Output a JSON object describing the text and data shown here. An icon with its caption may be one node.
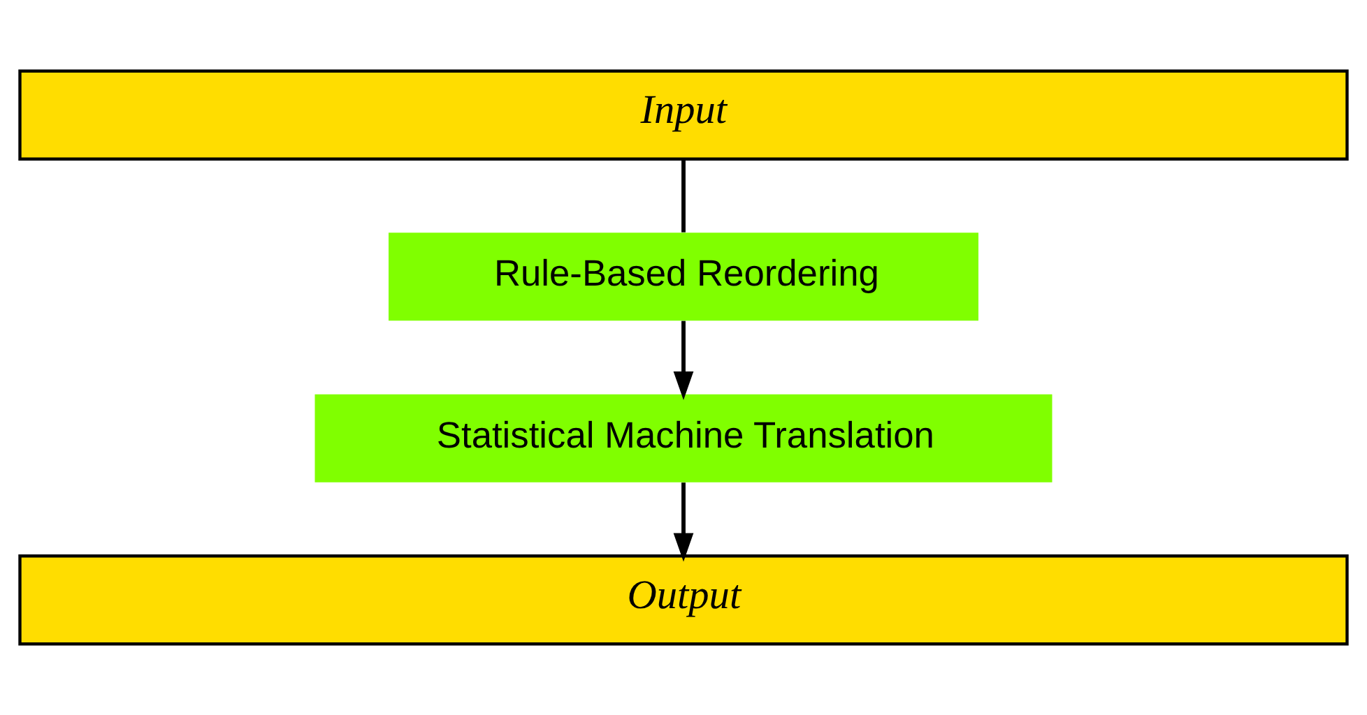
{
  "diagram": {
    "nodes": [
      {
        "text": [
          "Input"
        ]
      },
      {
        "text": [
          "Rule-Based Reordering"
        ]
      },
      {
        "text": [
          "Statistical Machine Translation"
        ]
      },
      {
        "text": [
          "Output"
        ]
      }
    ],
    "edges": [
      {
        "from": 0,
        "to": 1,
        "arrow": "none"
      },
      {
        "from": 1,
        "to": 2,
        "arrow": "to"
      },
      {
        "from": 2,
        "to": 3,
        "arrow": "to"
      }
    ]
  }
}
